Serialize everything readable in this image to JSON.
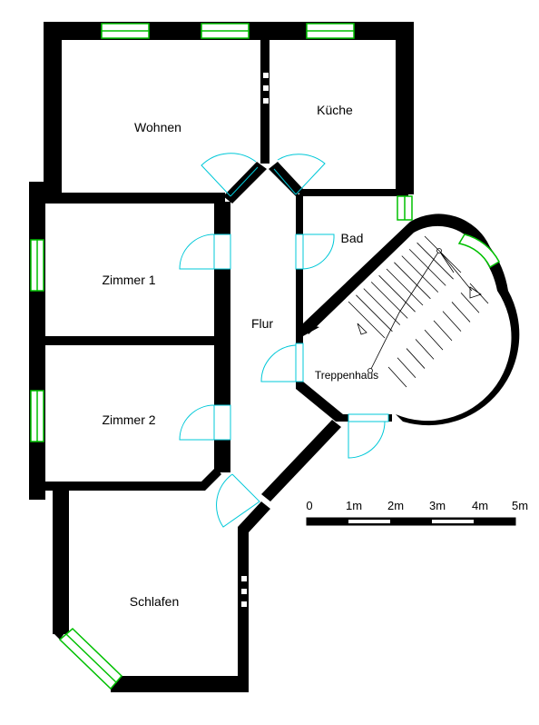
{
  "rooms": {
    "wohnen": "Wohnen",
    "kueche": "Küche",
    "bad": "Bad",
    "zimmer1": "Zimmer 1",
    "flur": "Flur",
    "zimmer2": "Zimmer 2",
    "treppenhaus": "Treppenhaus",
    "schlafen": "Schlafen"
  },
  "scale": {
    "ticks": [
      "0",
      "1m",
      "2m",
      "3m",
      "4m",
      "5m"
    ]
  },
  "colors": {
    "wall": "#000000",
    "window": "#00c000",
    "door": "#00c8d8",
    "stair_line": "#000000",
    "background": "#ffffff"
  }
}
